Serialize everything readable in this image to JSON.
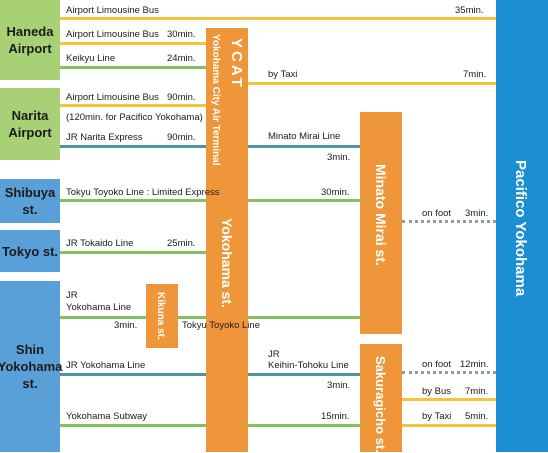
{
  "origins": {
    "haneda": "Haneda\nAirport",
    "narita": "Narita\nAirport",
    "shibuya": "Shibuya st.",
    "tokyo": "Tokyo st.",
    "shin_yokohama": "Shin\nYokohama\nst."
  },
  "destination": "Pacifico Yokohama",
  "stations": {
    "ycat_title": "YCAT",
    "ycat_subtitle": "Yokohama City Air Terminal",
    "yokohama": "Yokohama st.",
    "kikuna": "Kikuna st.",
    "minatomirai": "Minato Mirai st.",
    "sakuragicho": "Sakuragicho st."
  },
  "labels": {
    "haneda_bus_direct": "Airport Limousine Bus",
    "haneda_bus_direct_time": "35min.",
    "haneda_bus_ycat": "Airport Limousine Bus",
    "haneda_bus_ycat_time": "30min.",
    "keikyu": "Keikyu Line",
    "keikyu_time": "24min.",
    "taxi_ycat": "by Taxi",
    "taxi_ycat_time": "7min.",
    "narita_bus": "Airport Limousine Bus",
    "narita_bus_time": "90min.",
    "narita_bus_note": "(120min. for Pacifico Yokohama)",
    "narita_express": "JR Narita Express",
    "narita_express_time": "90min.",
    "minatomirai_line": "Minato Mirai Line",
    "minatomirai_line_time": "3min.",
    "toyoko_express": "Tokyu Toyoko Line : Limited Express",
    "toyoko_express_time": "30min.",
    "mm_foot": "on foot",
    "mm_foot_time": "3min.",
    "tokaido": "JR Tokaido Line",
    "tokaido_time": "25min.",
    "jr_yokohama_line_1": "JR",
    "jr_yokohama_line_2": "Yokohama Line",
    "jr_yokohama_line_time": "3min.",
    "toyoko_local": "Tokyu Toyoko Line",
    "jr_yokohama_line_b": "JR Yokohama Line",
    "keihin_1": "JR",
    "keihin_2": "Keihin-Tohoku Line",
    "keihin_time": "3min.",
    "sakuragicho_foot": "on foot",
    "sakuragicho_foot_time": "12min.",
    "bus": "by Bus",
    "bus_time": "7min.",
    "subway": "Yokohama Subway",
    "subway_time": "15min.",
    "taxi_sakuragicho": "by Taxi",
    "taxi_sakuragicho_time": "5min."
  },
  "colors": {
    "airport_box": "#a7d174",
    "station_box": "#5aa0d8",
    "hub_box": "#f0963a",
    "destination_box": "#1b8fd2",
    "bus_line": "#f4c43b",
    "rail_line": "#86c15f",
    "express_line": "#4f93a5"
  }
}
